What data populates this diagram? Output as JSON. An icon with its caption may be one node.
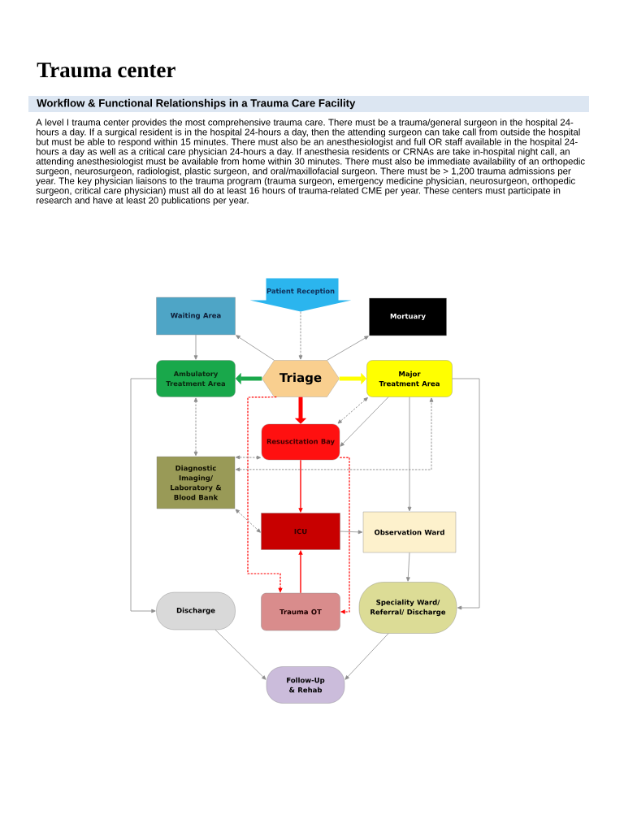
{
  "diagram": {
    "title": "Trauma center",
    "nodes": [
      {
        "text": [
          "Patient Reception"
        ]
      },
      {
        "text": [
          "Waiting Area"
        ]
      },
      {
        "text": [
          "Mortuary"
        ]
      },
      {
        "text": [
          "Ambulatory Treatment Area"
        ]
      },
      {
        "text": [
          "Triage"
        ]
      },
      {
        "text": [
          "Major Treatment Area"
        ]
      },
      {
        "text": [
          "Resuscitation Bay"
        ]
      },
      {
        "text": [
          "Diagnostic Imaging/ Laboratory & Blood Bank"
        ]
      },
      {
        "text": [
          "ICU"
        ]
      },
      {
        "text": [
          "Observation Ward"
        ]
      },
      {
        "text": [
          "Discharge"
        ]
      },
      {
        "text": [
          "Trauma OT"
        ]
      },
      {
        "text": [
          "Speciality Ward/ Referral/ Discharge"
        ]
      },
      {
        "text": [
          "Follow-Up & Rehab"
        ]
      }
    ],
    "edges": [
      {
        "from": 0,
        "to": 4,
        "arrow": "to",
        "style": "dashed"
      },
      {
        "from": 1,
        "to": 3,
        "arrow": "to"
      },
      {
        "from": 4,
        "to": 1,
        "arrow": "to"
      },
      {
        "from": 4,
        "to": 2,
        "arrow": "to"
      },
      {
        "from": 4,
        "to": 3,
        "arrow": "to",
        "style": "thick",
        "color": "#1aa84b"
      },
      {
        "from": 4,
        "to": 5,
        "arrow": "to",
        "style": "thick",
        "color": "#ffff00"
      },
      {
        "from": 4,
        "to": 6,
        "arrow": "to",
        "style": "thick",
        "color": "#ff0000"
      },
      {
        "from": 4,
        "to": 11,
        "arrow": "to",
        "style": "dashed",
        "color": "#ff0000"
      },
      {
        "from": 6,
        "to": 11,
        "arrow": "to",
        "style": "dashed",
        "color": "#ff0000"
      },
      {
        "from": 6,
        "to": 8,
        "arrow": "to",
        "color": "#ff0000"
      },
      {
        "from": 11,
        "to": 8,
        "arrow": "to",
        "color": "#ff0000"
      },
      {
        "from": 8,
        "to": 9,
        "arrow": "to"
      },
      {
        "from": 9,
        "to": 12,
        "arrow": "to"
      },
      {
        "from": 5,
        "to": 6,
        "arrow": "both",
        "style": "dashed"
      },
      {
        "from": 5,
        "to": 6,
        "arrow": "to"
      },
      {
        "from": 5,
        "to": 9,
        "arrow": "to"
      },
      {
        "from": 7,
        "to": 3,
        "arrow": "both",
        "style": "dashed"
      },
      {
        "from": 7,
        "to": 6,
        "arrow": "both",
        "style": "dashed"
      },
      {
        "from": 7,
        "to": 5,
        "arrow": "both",
        "style": "dashed"
      },
      {
        "from": 7,
        "to": 8,
        "arrow": "both",
        "style": "dashed"
      },
      {
        "from": 3,
        "to": 10,
        "arrow": "to"
      },
      {
        "from": 5,
        "to": 12,
        "arrow": "to"
      },
      {
        "from": 10,
        "to": 13,
        "arrow": "to"
      },
      {
        "from": 12,
        "to": 13,
        "arrow": "to"
      }
    ],
    "labels": [
      "Workflow & Functional Relationships in a Trauma Care Facility",
      "A level I trauma center provides the most comprehensive trauma care. There must be a trauma/general surgeon in the hospital 24-hours a day. If a surgical resident is in the hospital 24-hours a day, then the attending surgeon can take call from outside the hospital but must be able to respond within 15 minutes. There must also be an anesthesiologist and full OR staff available in the hospital 24-hours a day as well as a critical care physician 24-hours a day. If anesthesia residents or CRNAs are take in-hospital night call, an attending anesthesiologist must be available from home within 30 minutes. There must also be immediate availability of an orthopedic surgeon, neurosurgeon, radiologist, plastic surgeon, and oral/maxillofacial surgeon. There must be > 1,200 trauma admissions per year. The key physician liaisons to the trauma program (trauma surgeon, emergency medicine physician, neurosurgeon, orthopedic surgeon, critical care physician) must all do at least 16 hours of trauma-related CME per year. These centers must participate in research and have at least 20 publications per year."
    ]
  }
}
